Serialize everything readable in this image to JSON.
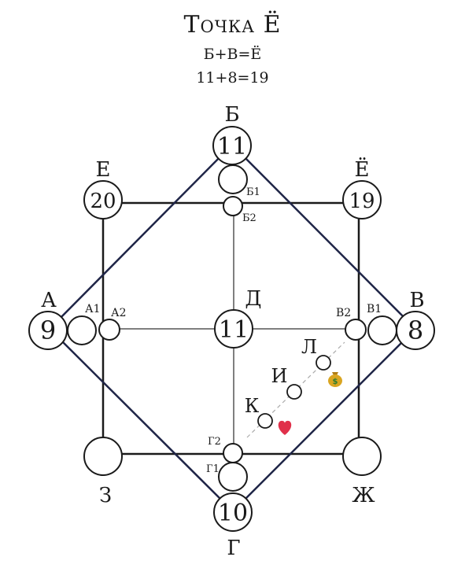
{
  "header": {
    "title": "Точка Ё",
    "formula_letters": "Б+В=Ё",
    "formula_numbers": "11+8=19"
  },
  "nodes": {
    "A": {
      "letter": "А",
      "number": "9"
    },
    "B": {
      "letter": "Б",
      "number": "11"
    },
    "V": {
      "letter": "В",
      "number": "8"
    },
    "G": {
      "letter": "Г",
      "number": "10"
    },
    "D": {
      "letter": "Д",
      "number": "11"
    },
    "E": {
      "letter": "Е",
      "number": "20"
    },
    "YO": {
      "letter": "Ё",
      "number": "19"
    },
    "ZH": {
      "letter": "Ж",
      "number": ""
    },
    "Z": {
      "letter": "З",
      "number": ""
    }
  },
  "sub_points": {
    "A1": "А1",
    "A2": "А2",
    "B1": "Б1",
    "B2": "Б2",
    "V1": "В1",
    "V2": "В2",
    "G1": "Г1",
    "G2": "Г2"
  },
  "line_points": {
    "K": "К",
    "I": "И",
    "L": "Л"
  },
  "icons": {
    "money": "money-bag-icon",
    "heart": "heart-icon"
  },
  "colors": {
    "diamond": "#1f2547",
    "square": "#1a1a1a",
    "heart": "#e0304a",
    "money": "#d9a521"
  }
}
